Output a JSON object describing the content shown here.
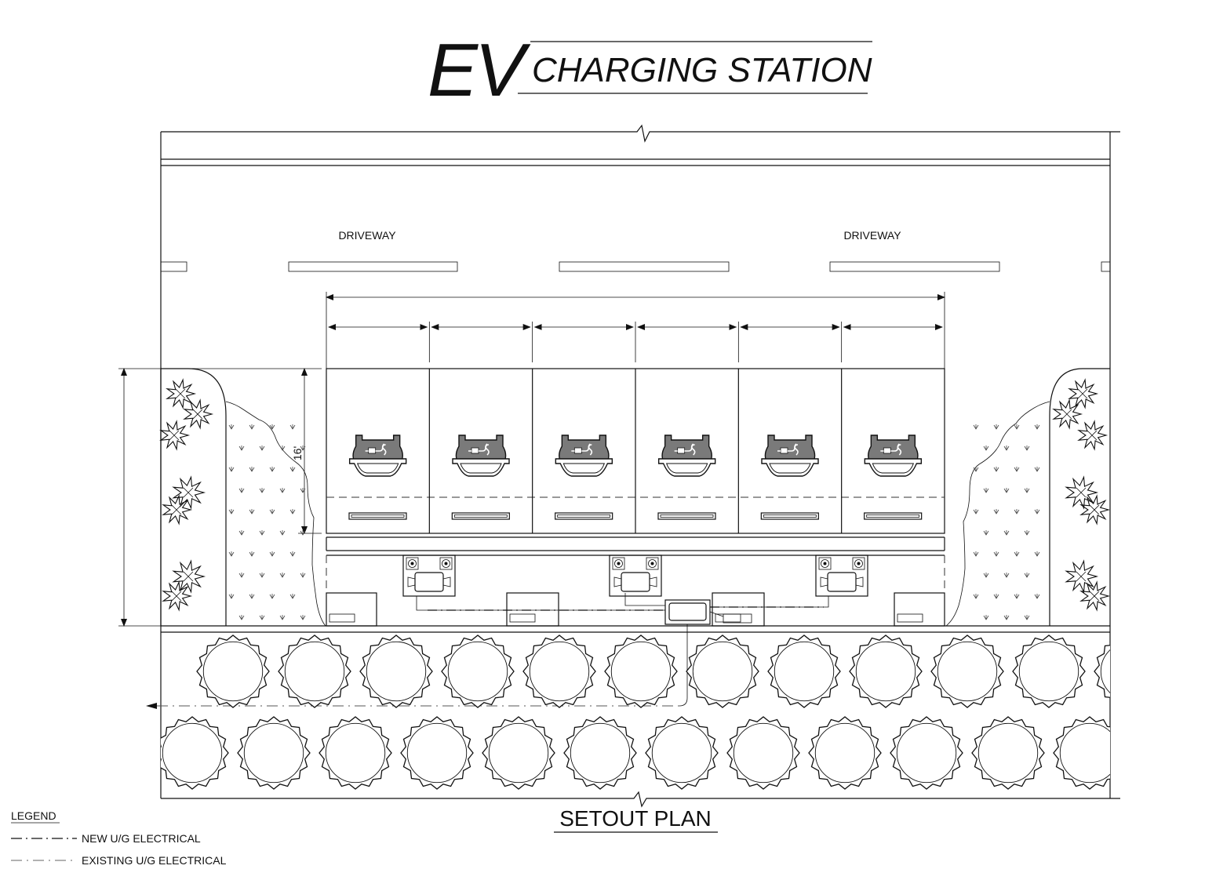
{
  "title": {
    "prefix": "EV",
    "main": "CHARGING STATION"
  },
  "labels": {
    "driveway_left": "DRIVEWAY",
    "driveway_right": "DRIVEWAY",
    "depth_dimension": "16'",
    "plan_title": "SETOUT PLAN"
  },
  "legend": {
    "heading": "LEGEND",
    "items": [
      {
        "label": "NEW U/G ELECTRICAL",
        "style": "dash-dot"
      },
      {
        "label": "EXISTING U/G ELECTRICAL",
        "style": "light-dash"
      }
    ]
  },
  "layout_counts": {
    "parking_stalls": 6,
    "charger_pedestals": 3,
    "hedge_rows": 2
  },
  "colors": {
    "line": "#111111",
    "charger_fill": "#7a7a7a"
  },
  "icons": {
    "charger": "ev-charger-icon",
    "shrub": "shrub-icon",
    "tree": "tree-icon"
  }
}
